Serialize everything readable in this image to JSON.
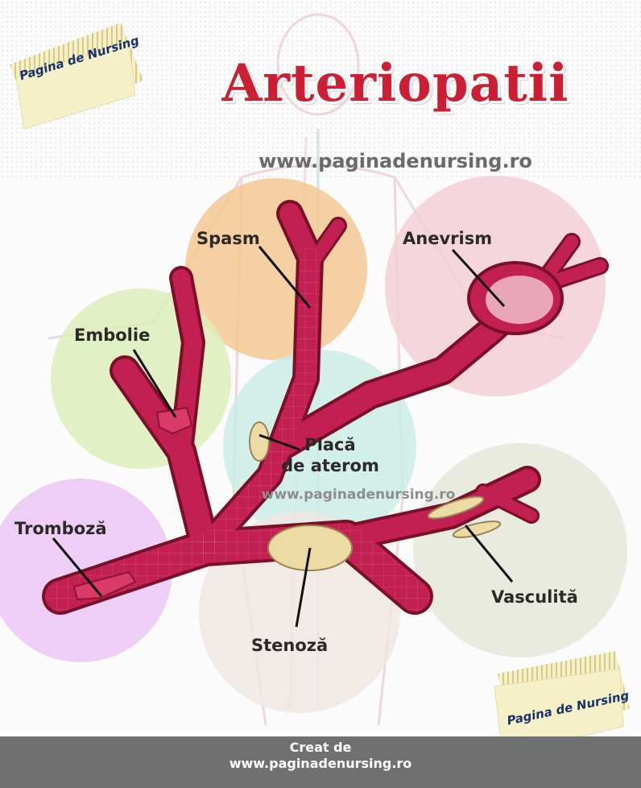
{
  "title": "Arteriopatii",
  "website_top": "www.paginadenursing.ro",
  "website_middle": "www.paginadenursing.ro",
  "ribbon_top": "Pagina de Nursing",
  "ribbon_bottom": "Pagina de Nursing",
  "labels": {
    "spasm": "Spasm",
    "anevrism": "Anevrism",
    "embolie": "Embolie",
    "placa_line1": "Placă",
    "placa_line2": "de aterom",
    "tromboza": "Tromboză",
    "vasculita": "Vasculită",
    "stenoza": "Stenoză"
  },
  "footer": {
    "line1": "Creat de",
    "line2": "www.paginadenursing.ro"
  },
  "colors": {
    "title": "#cc1f33",
    "artery": "#b81b47",
    "circle_spasm": "#f3c892",
    "circle_anevrism": "#f2cfd6",
    "circle_embolie": "#dcedbb",
    "circle_placa": "#c9ece6",
    "circle_tromboza": "#ecc9f5",
    "circle_stenoza": "#efe6e2",
    "circle_vasculita": "#e5e8da",
    "footer": "#707070",
    "ribbon": "#f6f0c9"
  }
}
